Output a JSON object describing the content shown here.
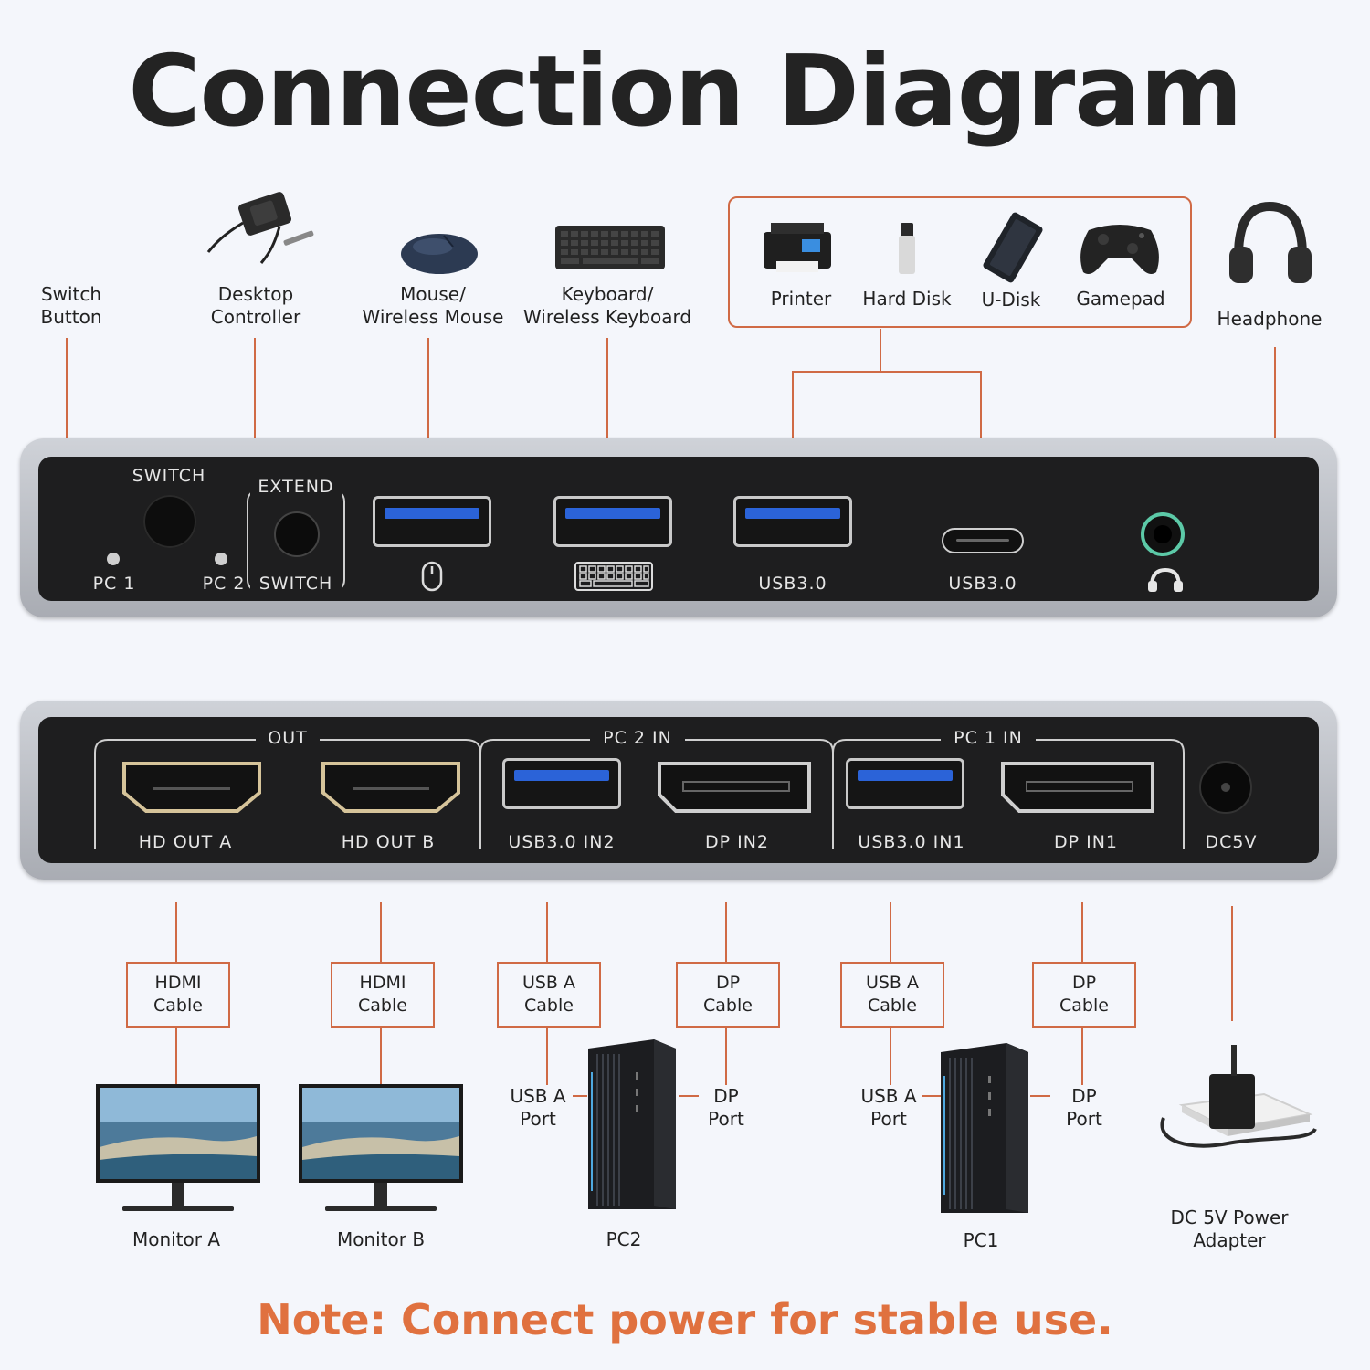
{
  "title": "Connection Diagram",
  "note": "Note: Connect power for stable use.",
  "top_devices": {
    "switch_button": "Switch\nButton",
    "desktop_controller": "Desktop\nController",
    "mouse": "Mouse/\nWireless Mouse",
    "keyboard": "Keyboard/\nWireless Keyboard",
    "printer": "Printer",
    "hard_disk": "Hard Disk",
    "u_disk": "U-Disk",
    "gamepad": "Gamepad",
    "headphone": "Headphone"
  },
  "front_panel": {
    "switch": "SWITCH",
    "pc1": "PC 1",
    "pc2": "PC 2",
    "extend": "EXTEND",
    "extend_switch": "SWITCH",
    "usb30_a": "USB3.0",
    "usb30_c": "USB3.0"
  },
  "rear_panel": {
    "out": "OUT",
    "pc2_in": "PC 2 IN",
    "pc1_in": "PC 1 IN",
    "hd_out_a": "HD OUT A",
    "hd_out_b": "HD OUT B",
    "usb_in2": "USB3.0 IN2",
    "dp_in2": "DP IN2",
    "usb_in1": "USB3.0 IN1",
    "dp_in1": "DP IN1",
    "dc5v": "DC5V"
  },
  "cables": {
    "hdmi_a": "HDMI\nCable",
    "hdmi_b": "HDMI\nCable",
    "usb_a_2": "USB A\nCable",
    "dp_2": "DP\nCable",
    "usb_a_1": "USB A\nCable",
    "dp_1": "DP\nCable"
  },
  "ports": {
    "usb_a_port_2": "USB A\nPort",
    "dp_port_2": "DP\nPort",
    "usb_a_port_1": "USB A\nPort",
    "dp_port_1": "DP\nPort"
  },
  "bottom_devices": {
    "monitor_a": "Monitor A",
    "monitor_b": "Monitor B",
    "pc2": "PC2",
    "pc1": "PC1",
    "adapter": "DC 5V Power\nAdapter"
  },
  "colors": {
    "accent": "#d06a45",
    "note": "#e0713f",
    "panel": "#1e1e1f",
    "usb_blue": "#2b63d8"
  }
}
